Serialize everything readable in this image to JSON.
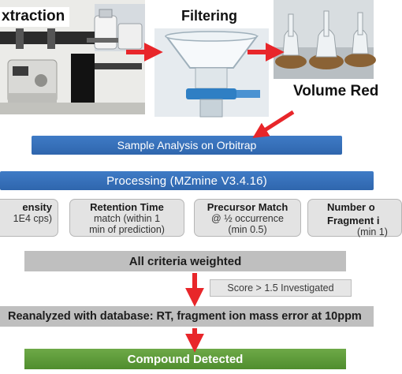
{
  "steps": {
    "extraction": "xtraction",
    "filtering": "Filtering",
    "volume": "Volume Red"
  },
  "analysis": "Sample Analysis on Orbitrap",
  "processing": "Processing (MZmine V3.4.16)",
  "criteria": [
    {
      "heading": "ensity",
      "detail1": "1E4 cps)",
      "detail2": ""
    },
    {
      "heading": "Retention Time",
      "detail1": "match (within 1",
      "detail2": "min of prediction)"
    },
    {
      "heading": "Precursor Match",
      "detail1": "@ ½  occurrence",
      "detail2": "(min 0.5)"
    },
    {
      "heading": "Number o",
      "detail1": "Fragment i",
      "detail2": "(min 1)"
    }
  ],
  "weighted": "All criteria weighted",
  "score": "Score > 1.5 Investigated",
  "reanalyzed": "Reanalyzed with database: RT, fragment ion mass error at 10ppm",
  "detected": "Compound Detected",
  "colors": {
    "blue": "#3b74bd",
    "gray": "#bfbfbf",
    "green": "#5e9b3c",
    "red_arrow": "#e8262a"
  }
}
